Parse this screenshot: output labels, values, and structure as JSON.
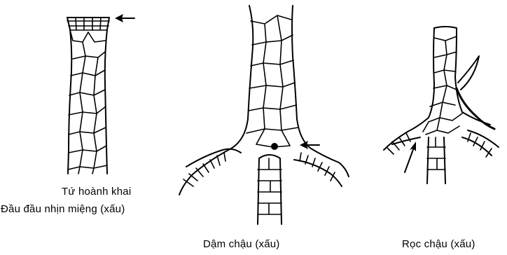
{
  "figures": [
    {
      "caption_lines": [
        "Tứ hoành khai",
        "Đầu đầu nhịn miệng (xấu)"
      ]
    },
    {
      "caption_lines": [
        "Dậm chậu (xấu)"
      ]
    },
    {
      "caption_lines": [
        "Rọc chậu (xấu)"
      ]
    }
  ],
  "ink_color": "#000000",
  "background_color": "#ffffff"
}
